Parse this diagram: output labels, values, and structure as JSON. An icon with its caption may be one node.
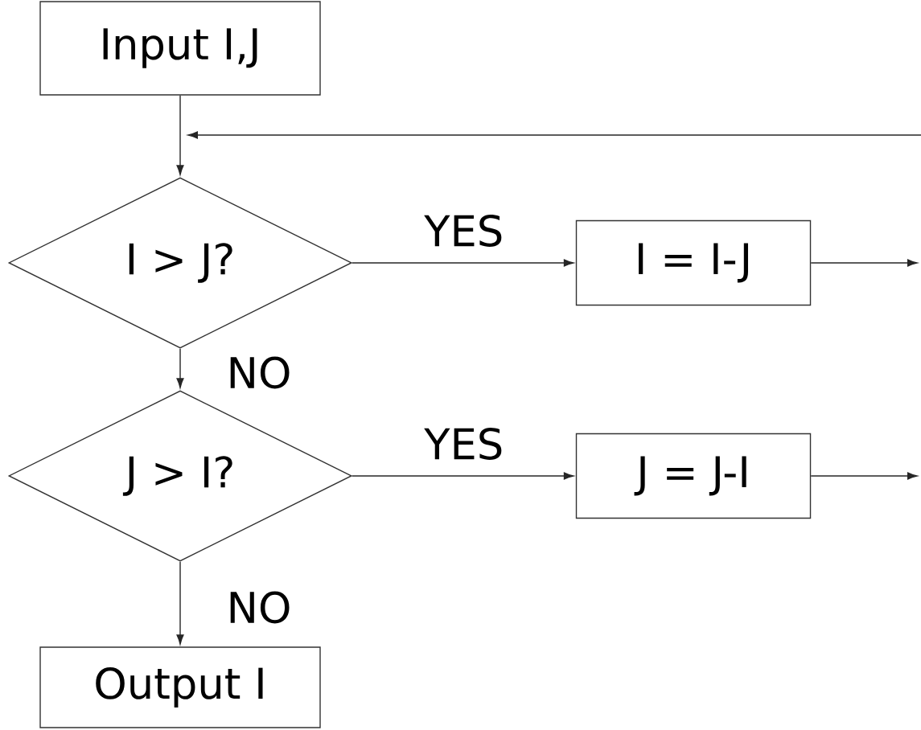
{
  "diagram": {
    "nodes": [
      {
        "text": [
          "Input I,J"
        ]
      },
      {
        "text": [
          "I > J?"
        ]
      },
      {
        "text": [
          "I = I-J"
        ]
      },
      {
        "text": [
          "J > I?"
        ]
      },
      {
        "text": [
          "J = J-I"
        ]
      },
      {
        "text": [
          "Output I"
        ]
      }
    ],
    "edges": [
      {
        "from": 0,
        "to": 1,
        "arrow": "to"
      },
      {
        "from": null,
        "to": 1,
        "arrow": "to"
      },
      {
        "from": 1,
        "to": 2,
        "arrow": "to",
        "label": "YES"
      },
      {
        "from": 1,
        "to": 3,
        "arrow": "to",
        "label": "NO"
      },
      {
        "from": 2,
        "to": null,
        "arrow": "to"
      },
      {
        "from": 3,
        "to": 4,
        "arrow": "to",
        "label": "YES"
      },
      {
        "from": 3,
        "to": 5,
        "arrow": "to",
        "label": "NO"
      },
      {
        "from": 4,
        "to": null,
        "arrow": "to"
      }
    ]
  }
}
